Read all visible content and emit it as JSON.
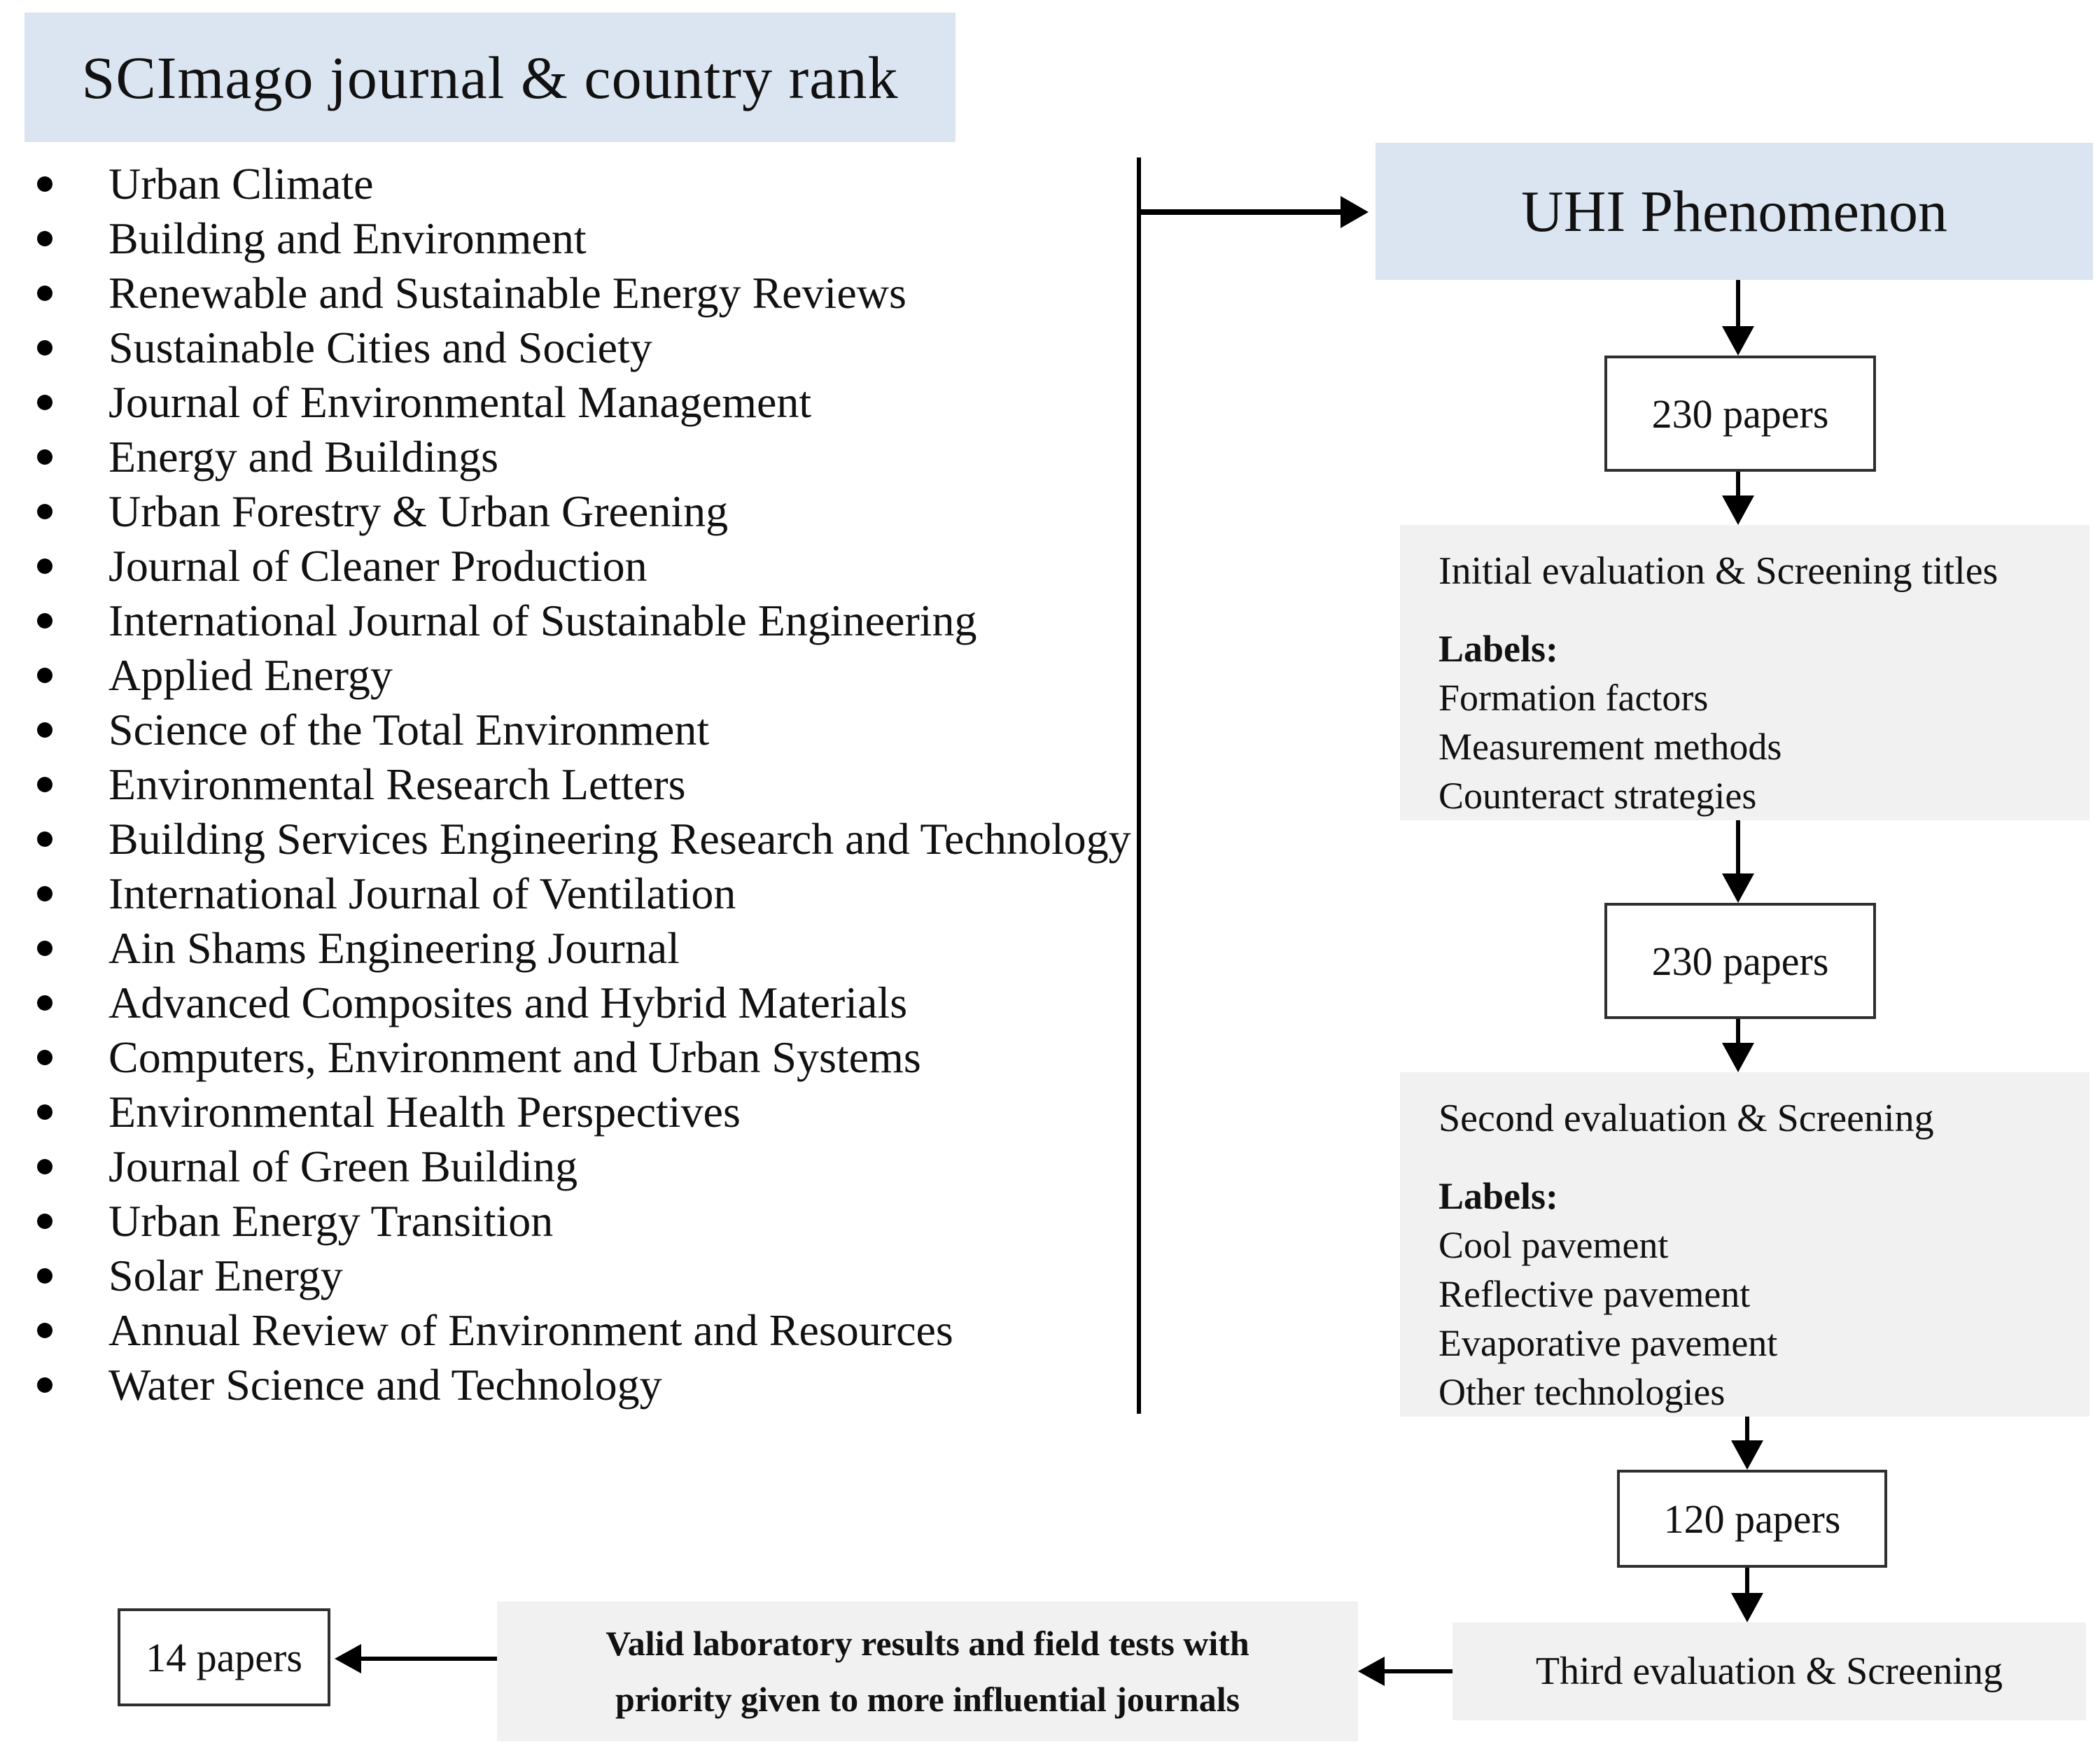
{
  "header": {
    "title": "SCImago journal & country rank"
  },
  "journals": [
    "Urban Climate",
    "Building and Environment",
    "Renewable and Sustainable Energy Reviews",
    "Sustainable Cities and Society",
    "Journal of Environmental Management",
    "Energy and Buildings",
    "Urban Forestry & Urban Greening",
    "Journal of Cleaner Production",
    "International Journal of Sustainable Engineering",
    "Applied Energy",
    "Science of the Total Environment",
    "Environmental Research Letters",
    "Building Services Engineering Research and Technology",
    "International Journal of Ventilation",
    "Ain Shams Engineering Journal",
    "Advanced Composites and Hybrid Materials",
    "Computers, Environment and Urban Systems",
    "Environmental Health Perspectives",
    "Journal of Green Building",
    "Urban Energy Transition",
    "Solar Energy",
    "Annual Review of Environment and Resources",
    "Water Science and Technology"
  ],
  "flow": {
    "uhi_title": "UHI Phenomenon",
    "count1": "230 papers",
    "stage1": {
      "title": "Initial evaluation & Screening titles",
      "labels_heading": "Labels:",
      "labels": [
        "Formation factors",
        "Measurement methods",
        "Counteract strategies"
      ]
    },
    "count2": "230 papers",
    "stage2": {
      "title": "Second evaluation & Screening",
      "labels_heading": "Labels:",
      "labels": [
        "Cool pavement",
        "Reflective pavement",
        "Evaporative pavement",
        "Other technologies"
      ]
    },
    "count3": "120 papers",
    "stage3": {
      "title": "Third evaluation & Screening"
    },
    "criteria": {
      "line1": "Valid laboratory results and field tests with",
      "line2": "priority given to more influential journals"
    },
    "count4": "14 papers"
  },
  "colors": {
    "box_blue": "#dbe5f1",
    "box_gray": "#f1f1f1",
    "border_dark": "#2f2f2f",
    "ink": "#111111"
  }
}
